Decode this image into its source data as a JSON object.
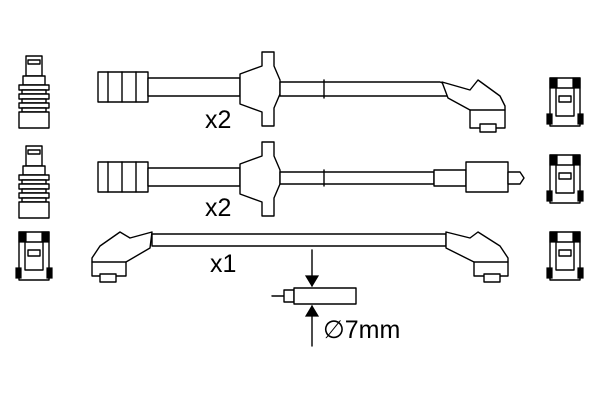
{
  "labels": {
    "qty_top": "x2",
    "qty_middle": "x2",
    "qty_bottom": "x1",
    "diameter": "∅7mm"
  },
  "icons": [
    "spark-plug-boot-icon",
    "distributor-terminal-icon",
    "ignition-lead-icon",
    "diameter-arrow-icon"
  ],
  "colors": {
    "line": "#000000",
    "background": "#ffffff"
  }
}
